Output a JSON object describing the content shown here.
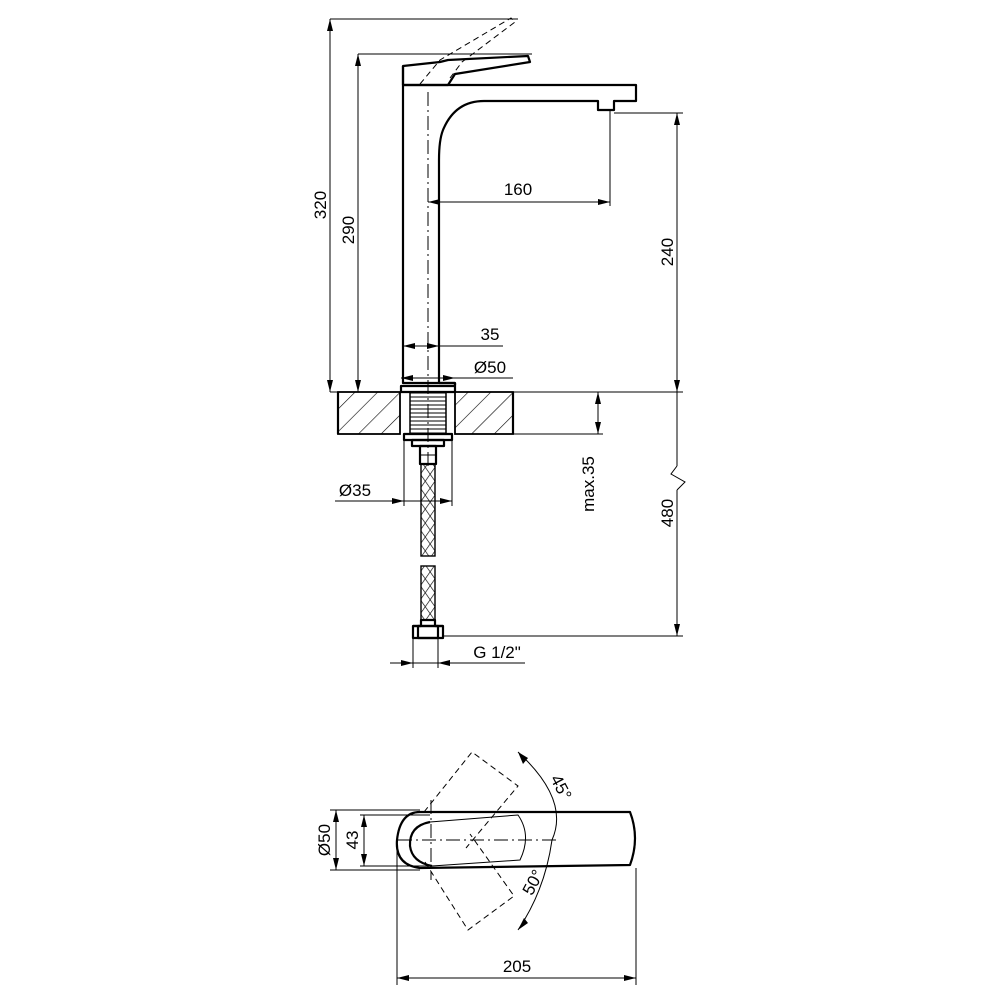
{
  "drawing": {
    "dimensions": {
      "total_height": "320",
      "spout_height": "290",
      "reach": "160",
      "outlet_height": "240",
      "body_width": "35",
      "base_diameter": "Ø50",
      "max_thickness": "max.35",
      "hose_length": "480",
      "hole_diameter": "Ø35",
      "thread": "G 1/2\"",
      "top_diameter": "Ø50",
      "lever_width": "43",
      "rotation_back": "45°",
      "rotation_front": "50°",
      "overall_length": "205"
    }
  }
}
